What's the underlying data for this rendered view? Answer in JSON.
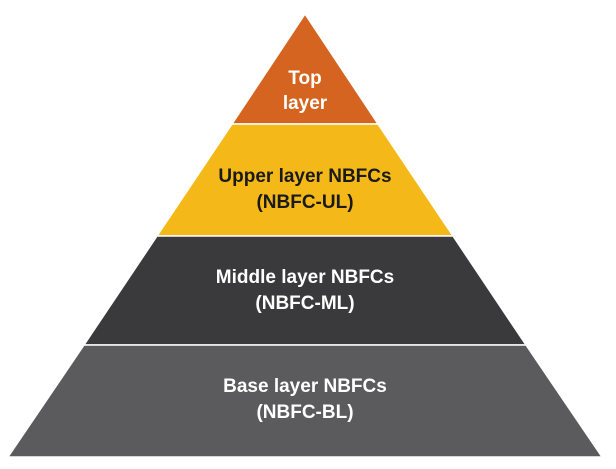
{
  "pyramid": {
    "tiers": [
      {
        "id": "top",
        "lines": [
          "Top",
          "layer"
        ],
        "color": "#d4641f",
        "text_color": "#ffffff"
      },
      {
        "id": "upper",
        "lines": [
          "Upper layer NBFCs",
          "(NBFC-UL)"
        ],
        "color": "#f4b919",
        "text_color": "#1a1a1a"
      },
      {
        "id": "middle",
        "lines": [
          "Middle layer NBFCs",
          "(NBFC-ML)"
        ],
        "color": "#3a3a3c",
        "text_color": "#ffffff"
      },
      {
        "id": "base",
        "lines": [
          "Base layer NBFCs",
          "(NBFC-BL)"
        ],
        "color": "#5b5b5d",
        "text_color": "#ffffff"
      }
    ]
  }
}
